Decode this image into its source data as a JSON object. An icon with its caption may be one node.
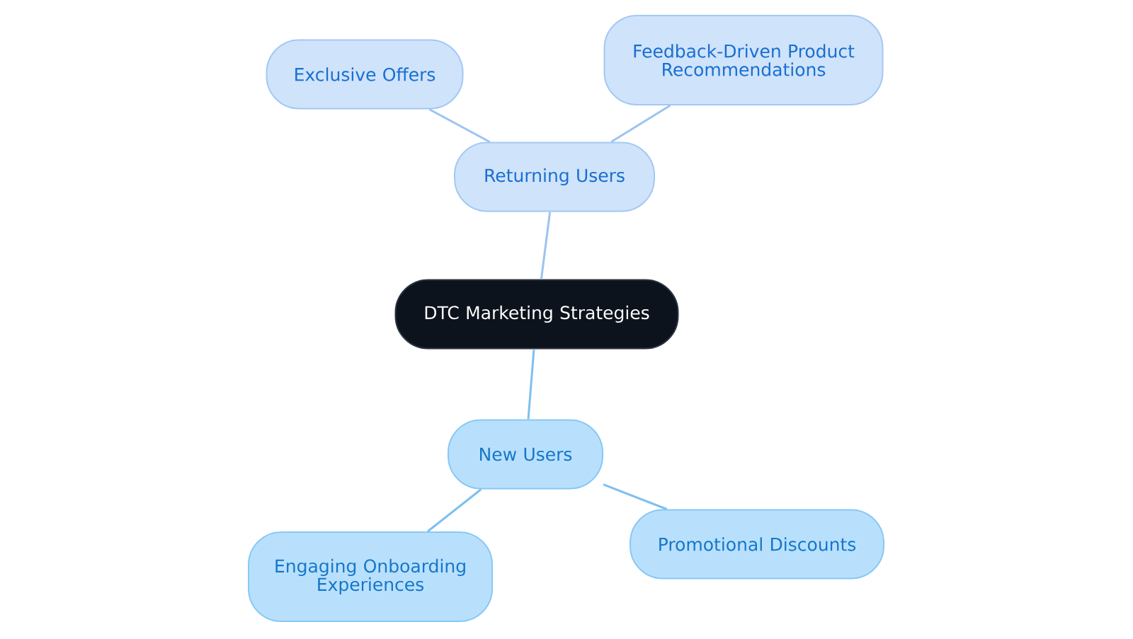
{
  "diagram": {
    "nodes": [
      {
        "text": [
          "DTC Marketing Strategies"
        ]
      },
      {
        "text": [
          "Returning Users"
        ]
      },
      {
        "text": [
          "Exclusive Offers"
        ]
      },
      {
        "text": [
          "Feedback-Driven Product Recommendations"
        ]
      },
      {
        "text": [
          "New Users"
        ]
      },
      {
        "text": [
          "Engaging Onboarding Experiences"
        ]
      },
      {
        "text": [
          "Promotional Discounts"
        ]
      }
    ],
    "edges": [
      {
        "from": 0,
        "to": 1,
        "arrow": "none",
        "color": "#9cc4f0"
      },
      {
        "from": 1,
        "to": 2,
        "arrow": "none",
        "color": "#9cc4f0"
      },
      {
        "from": 1,
        "to": 3,
        "arrow": "none",
        "color": "#9cc4f0"
      },
      {
        "from": 0,
        "to": 4,
        "arrow": "none",
        "color": "#7ec0ee"
      },
      {
        "from": 4,
        "to": 5,
        "arrow": "none",
        "color": "#7ec0ee"
      },
      {
        "from": 4,
        "to": 6,
        "arrow": "none",
        "color": "#7ec0ee"
      }
    ]
  }
}
